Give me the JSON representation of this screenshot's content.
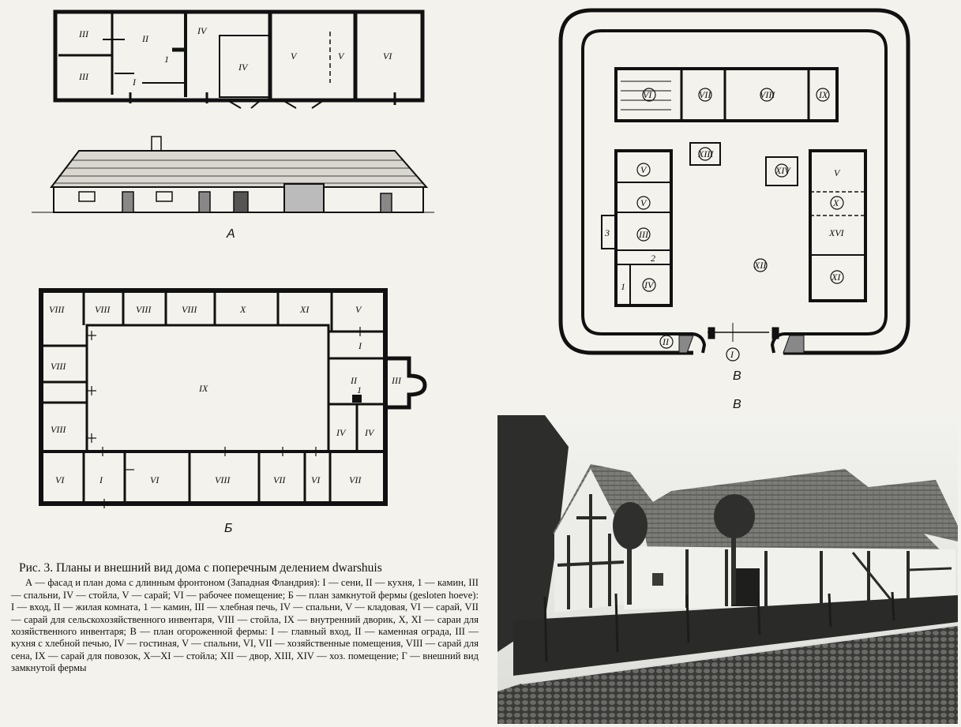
{
  "plan_a": {
    "label": "А",
    "room_labels": [
      "III",
      "II",
      "IV",
      "III",
      "I",
      "1",
      "IV",
      "V",
      "V",
      "VI"
    ]
  },
  "plan_b": {
    "label": "Б",
    "room_labels": [
      "VIII",
      "VIII",
      "VIII",
      "VIII",
      "X",
      "XI",
      "V",
      "VIII",
      "VIII",
      "IX",
      "I",
      "II",
      "III",
      "1",
      "IV",
      "IV",
      "VI",
      "I",
      "VI",
      "VIII",
      "VII",
      "VI",
      "VII"
    ]
  },
  "plan_v": {
    "label": "В",
    "below_label": "В",
    "room_labels": [
      "VI",
      "VII",
      "VIII",
      "IX",
      "XIII",
      "XIV",
      "V",
      "V",
      "III",
      "3",
      "2",
      "1",
      "IV",
      "V",
      "X",
      "XVI",
      "XI",
      "XII",
      "II",
      "I"
    ]
  },
  "caption": {
    "title": "Рис. 3. Планы и внешний вид дома с поперечным делением dwarshuis",
    "text": "А — фасад и план дома с длинным фронтоном (Западная Фландрия): I — сени, II — кухня, 1 — камин, III — спальни, IV — стойла, V — сарай; VI — рабочее помещение; Б — план замкнутой фермы (gesloten hoeve): I — вход, II — жилая комната, 1 — камин, III — хлебная печь, IV — спальни, V — кладовая, VI — сарай, VII — сарай для сельскохозяйственного инвентаря, VIII — стойла, IX — внутренний дворик, X, XI — сараи для хозяйственного инвентаря; В — план огороженной фермы: I — главный вход, II — каменная ограда, III — кухня с хлебной печью, IV — гостиная, V — спальни, VI, VII — хозяйственные помещения, VIII — сарай для сена, IX — сарай для повозок, X—XI — стойла; XII — двор, XIII, XIV — хоз. помещение; Г — внешний вид замкнутой фермы"
  },
  "colors": {
    "ink": "#111111",
    "paper": "#f4f2ec",
    "photo_sky": "#e9e9e6",
    "photo_road": "#3a3a38"
  }
}
